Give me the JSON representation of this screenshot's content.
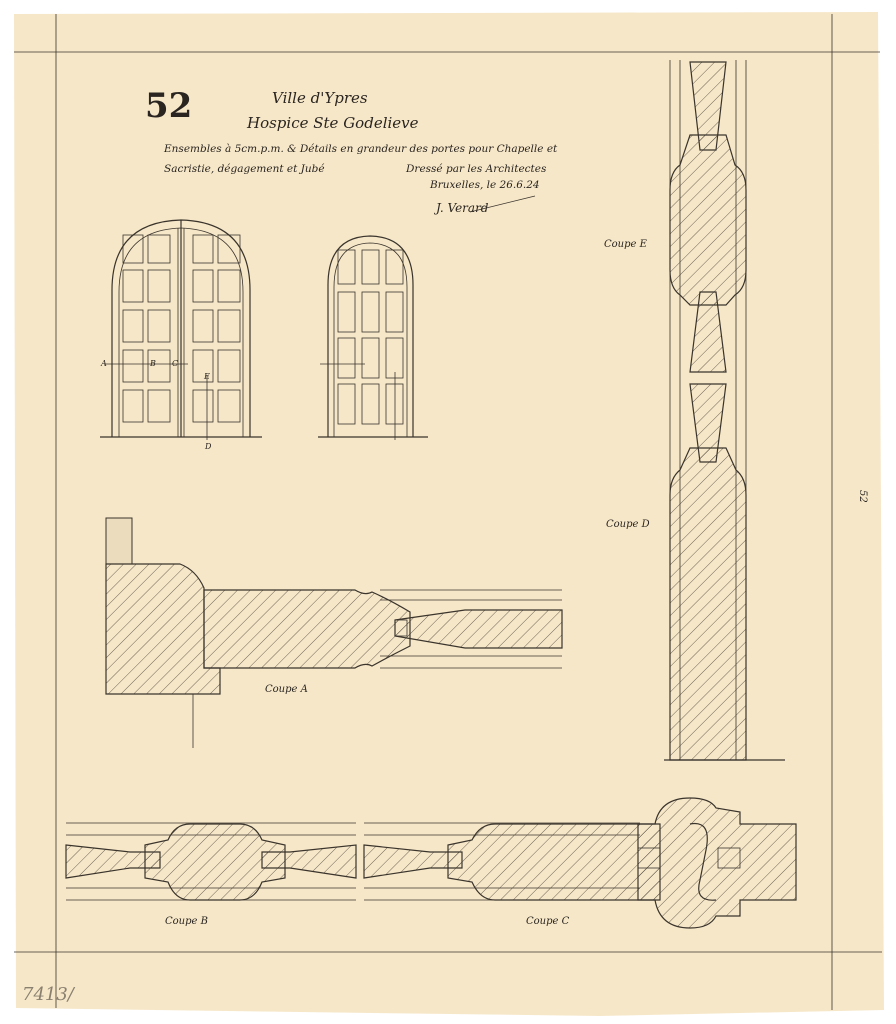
{
  "sheet": {
    "number": "52",
    "title_line1": "Ville d'Ypres",
    "title_line2": "Hospice Ste Godelieve",
    "description_line1": "Ensembles à 5cm.p.m. & Détails en grandeur des portes pour Chapelle et",
    "description_line2": "Sacristie, dégagement et Jubé",
    "drawn_by": "Dressé par les Architectes",
    "place_date": "Bruxelles, le 26.6.24",
    "signature": "J. Verard",
    "margin_number": "52",
    "pencil_note": "7413/"
  },
  "door_labels": {
    "a": "A",
    "b": "B",
    "c": "C",
    "d": "D",
    "e": "E"
  },
  "sections": {
    "coupe_a": "Coupe A",
    "coupe_b": "Coupe B",
    "coupe_c": "Coupe C",
    "coupe_d": "Coupe D",
    "coupe_e": "Coupe E"
  },
  "colors": {
    "paper": "#f6e7c8",
    "ink": "#3a342c"
  }
}
